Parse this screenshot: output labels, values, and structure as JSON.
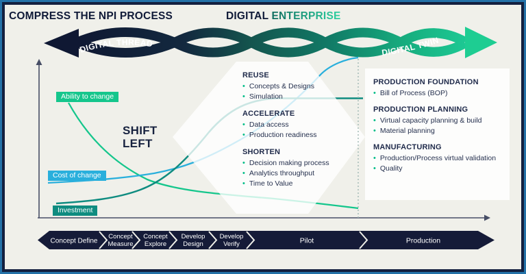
{
  "header": {
    "title_left": "COMPRESS THE NPI PROCESS",
    "title_center_dark": "DIGITAL ",
    "title_center_green": "ENTERPRISE"
  },
  "ribbon": {
    "thread_label": "DIGITAL THREAD",
    "twin_label": "DIGITAL TWIN"
  },
  "chart": {
    "y_labels": {
      "ability": "Ability to change",
      "cost": "Cost of change",
      "investment": "Investment"
    },
    "annotation": "SHIFT LEFT",
    "colors": {
      "ability": "#15C68C",
      "cost": "#29AFDC",
      "investment": "#0F8C80",
      "axis": "#474E66",
      "dotted_line": "#9FB7B3"
    }
  },
  "middle_panel": {
    "sections": [
      {
        "title": "REUSE",
        "items": [
          "Concepts & Designs",
          "Simulation"
        ]
      },
      {
        "title": "ACCELERATE",
        "items": [
          "Data access",
          "Production readiness"
        ]
      },
      {
        "title": "SHORTEN",
        "items": [
          "Decision making process",
          "Analytics throughput",
          "Time to Value"
        ]
      }
    ]
  },
  "right_panel": {
    "sections": [
      {
        "title": "PRODUCTION FOUNDATION",
        "items": [
          "Bill of Process (BOP)"
        ]
      },
      {
        "title": "PRODUCTION PLANNING",
        "items": [
          "Virtual capacity planning & build",
          "Material planning"
        ]
      },
      {
        "title": "MANUFACTURING",
        "items": [
          "Production/Process virtual validation",
          "Quality"
        ]
      }
    ]
  },
  "process_bar": {
    "steps": [
      {
        "line1": "Concept Define"
      },
      {
        "line1": "Concept",
        "line2": "Measure"
      },
      {
        "line1": "Concept",
        "line2": "Explore"
      },
      {
        "line1": "Develop",
        "line2": "Design"
      },
      {
        "line1": "Develop",
        "line2": "Verify"
      },
      {
        "line1": "Pilot"
      },
      {
        "line1": "Production"
      }
    ]
  },
  "theme": {
    "background": "#F0F0EA",
    "navy": "#151B38",
    "ribbon_dark": "#0F1833",
    "ribbon_green": "#1DC893",
    "frame_blue": "#2472A8"
  }
}
